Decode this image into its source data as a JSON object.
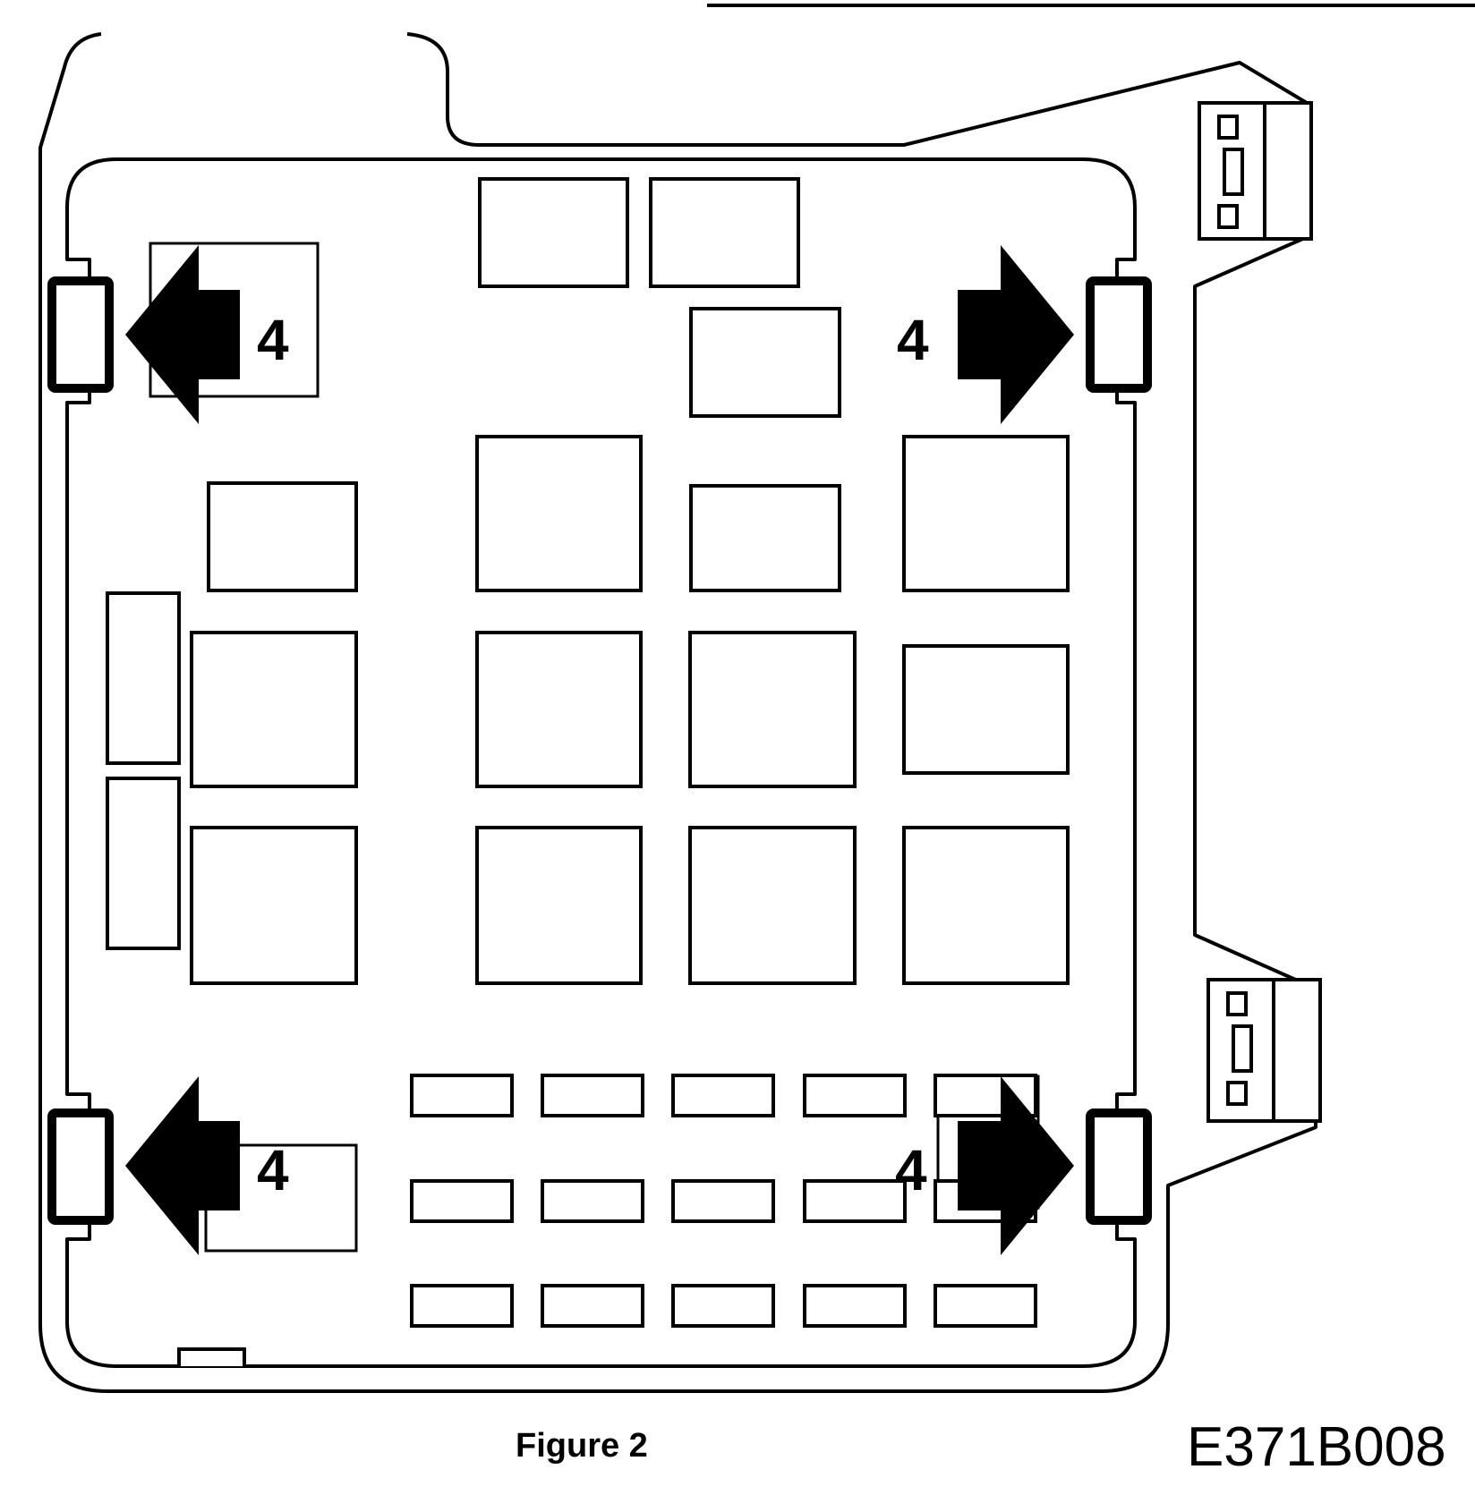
{
  "figure": {
    "caption": "Figure 2",
    "code": "E371B008"
  },
  "callouts": {
    "top_left": "4",
    "top_right": "4",
    "bottom_left": "4",
    "bottom_right": "4"
  },
  "colors": {
    "line": "#000000",
    "background": "#ffffff"
  },
  "icons": {
    "release_arrow": "bold-arrow-icon",
    "retaining_clip": "clip-icon"
  }
}
